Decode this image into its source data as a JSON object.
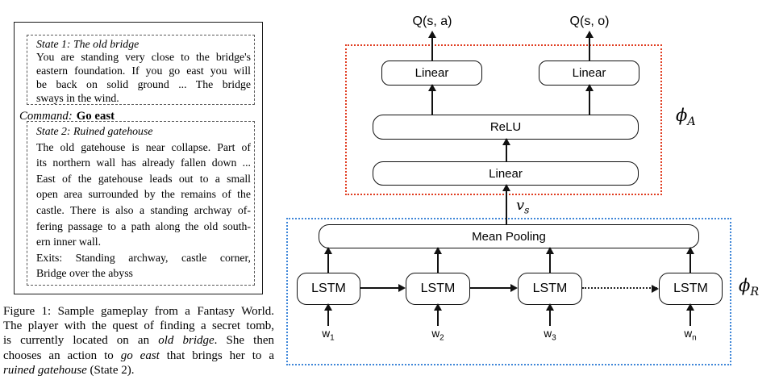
{
  "panel": {
    "state1": {
      "title": "State 1: The old bridge",
      "lines": [
        {
          "t": "You are standing very close to the bridge's",
          "just": true
        },
        {
          "t": "eastern foundation. If you go east you will",
          "just": true
        },
        {
          "t": "be back on solid ground ... The bridge",
          "just": true
        },
        {
          "t": "sways in the wind."
        }
      ]
    },
    "command": {
      "label": "Command:",
      "value": "Go east"
    },
    "state2": {
      "title": "State 2: Ruined gatehouse",
      "lines": [
        {
          "t": "The old gatehouse is near collapse. Part of",
          "just": true
        },
        {
          "t": "its northern wall has already fallen down ...",
          "just": true
        },
        {
          "t": "East of the gatehouse leads out to a small",
          "just": true
        },
        {
          "t": "open area surrounded by the remains of the",
          "just": true
        },
        {
          "t": "castle. There is also a standing archway of-",
          "just": true
        },
        {
          "t": "fering passage to a path along the old south-",
          "just": true
        },
        {
          "t": "ern inner wall."
        },
        {
          "t": "Exits: Standing archway, castle corner,",
          "just": true
        },
        {
          "t": "Bridge over the abyss"
        }
      ]
    },
    "caption_lines": [
      {
        "segs": [
          {
            "t": "Figure 1: Sample gameplay from a Fantasy World."
          }
        ],
        "just": true
      },
      {
        "segs": [
          {
            "t": "The player with the quest of finding a secret tomb,"
          }
        ],
        "just": true
      },
      {
        "segs": [
          {
            "t": "is currently located on an "
          },
          {
            "t": "old bridge",
            "i": true
          },
          {
            "t": ". She then"
          }
        ],
        "just": true
      },
      {
        "segs": [
          {
            "t": "chooses an action to "
          },
          {
            "t": "go east",
            "i": true
          },
          {
            "t": " that brings her to a"
          }
        ],
        "just": true
      },
      {
        "segs": [
          {
            "t": "ruined gatehouse",
            "i": true
          },
          {
            "t": " (State 2)."
          }
        ]
      }
    ]
  },
  "diagram": {
    "outputs": {
      "qa": "Q(s, a)",
      "qo": "Q(s, o)"
    },
    "boxes": {
      "linear_a": "Linear",
      "linear_o": "Linear",
      "relu": "ReLU",
      "linear_shared": "Linear",
      "mean_pooling": "Mean Pooling"
    },
    "lstm_units": [
      {
        "label": "LSTM"
      },
      {
        "label": "LSTM"
      },
      {
        "label": "LSTM"
      },
      {
        "label": "LSTM"
      }
    ],
    "inputs": [
      {
        "base": "w",
        "sub": "1"
      },
      {
        "base": "w",
        "sub": "2"
      },
      {
        "base": "w",
        "sub": "3"
      },
      {
        "base": "w",
        "sub": "n"
      }
    ],
    "labels": {
      "vs": {
        "base": "v",
        "sub": "s"
      },
      "phi_a": {
        "base": "ϕ",
        "sub": "A"
      },
      "phi_r": {
        "base": "ϕ",
        "sub": "R"
      }
    },
    "colors": {
      "action_box": "#e03c20",
      "representation_box": "#3e86d8"
    }
  }
}
